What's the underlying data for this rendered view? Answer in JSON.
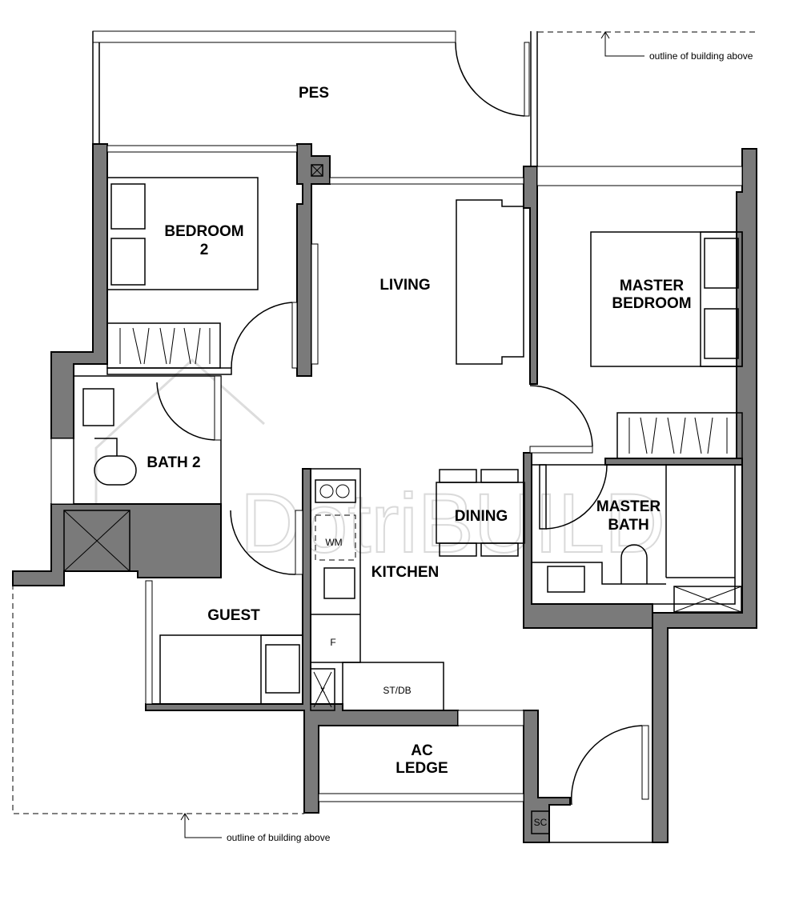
{
  "rooms": {
    "pes": "PES",
    "bedroom2": [
      "BEDROOM",
      "2"
    ],
    "living": "LIVING",
    "master_bedroom": [
      "MASTER",
      "BEDROOM"
    ],
    "bath2": "BATH 2",
    "dining": "DINING",
    "kitchen": "KITCHEN",
    "master_bath": [
      "MASTER",
      "BATH"
    ],
    "guest": "GUEST",
    "ac_ledge": [
      "AC",
      "LEDGE"
    ]
  },
  "fixtures": {
    "washing_machine": "WM",
    "fridge": "F",
    "store_db": "ST/DB",
    "shelter_cupboard": "SC",
    "vent_mark": "x"
  },
  "notes": {
    "outline_top": "outline of building above",
    "outline_bottom": "outline of building above"
  },
  "watermark": "DotriBUILD"
}
